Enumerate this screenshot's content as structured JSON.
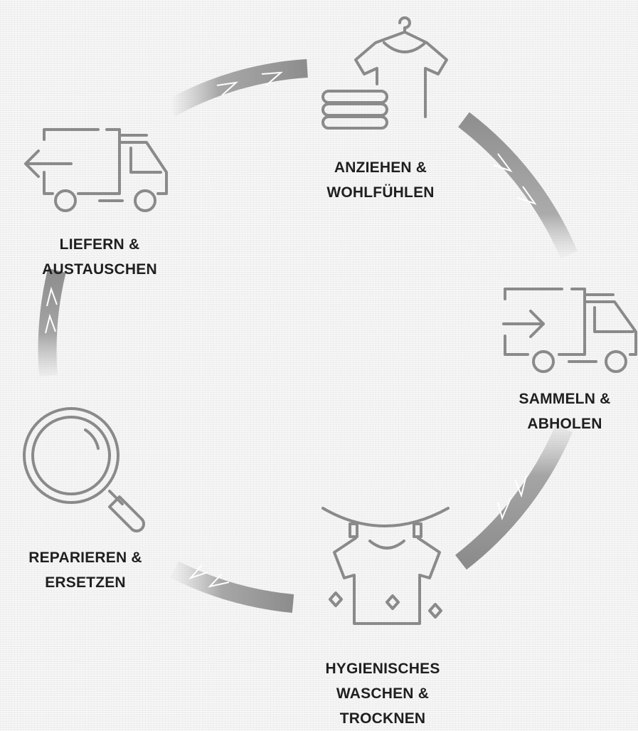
{
  "diagram": {
    "steps": [
      {
        "id": "wear",
        "icon": "tshirt-stack-icon",
        "lines": [
          "ANZIEHEN &",
          "WOHLFÜHLEN"
        ]
      },
      {
        "id": "collect",
        "icon": "truck-inbound-icon",
        "lines": [
          "SAMMELN &",
          "ABHOLEN"
        ]
      },
      {
        "id": "wash",
        "icon": "clothesline-shirt-icon",
        "lines": [
          "HYGIENISCHES",
          "WASCHEN &",
          "TROCKNEN"
        ]
      },
      {
        "id": "repair",
        "icon": "magnifier-icon",
        "lines": [
          "REPARIEREN &",
          "ERSETZEN"
        ]
      },
      {
        "id": "deliver",
        "icon": "truck-outbound-icon",
        "lines": [
          "LIEFERN &",
          "AUSTAUSCHEN"
        ]
      }
    ],
    "colors": {
      "icon": "#8a8a8a",
      "text": "#1f1f1f",
      "arrow": "#9a9a9a"
    }
  }
}
